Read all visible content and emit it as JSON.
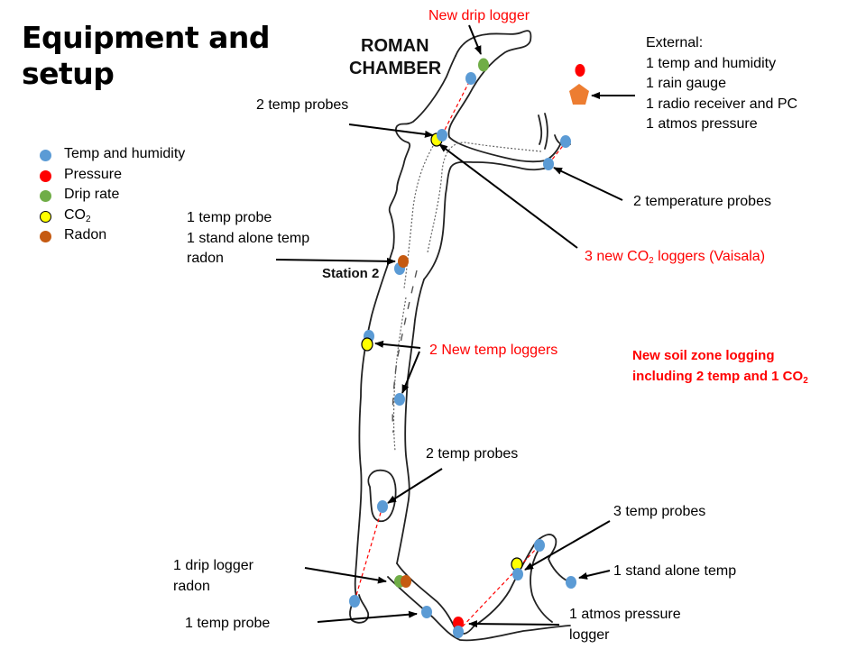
{
  "title": "Equipment and setup",
  "legend": [
    {
      "label": "Temp and humidity",
      "color": "#5b9bd5",
      "icon": "circle"
    },
    {
      "label": "Pressure",
      "color": "#ff0000",
      "icon": "circle"
    },
    {
      "label": "Drip rate",
      "color": "#70ad47",
      "icon": "circle"
    },
    {
      "label": "CO",
      "sub": "2",
      "color": "#ffff00",
      "icon": "circle"
    },
    {
      "label": "Radon",
      "color": "#c55a11",
      "icon": "circle"
    }
  ],
  "map_labels": {
    "roman_line1": "ROMAN",
    "roman_line2": "CHAMBER",
    "station": "Station 2"
  },
  "annotations": {
    "new_drip_logger": "New drip logger",
    "two_temp_probes_top": "2 temp probes",
    "external_title": "External:",
    "external_items": [
      "1 temp and humidity",
      "1 rain gauge",
      "1 radio receiver and PC",
      "1 atmos pressure"
    ],
    "two_temperature_probes": "2 temperature probes",
    "co2_loggers_pre": "3 new CO",
    "co2_loggers_sub": "2",
    "co2_loggers_post": " loggers (Vaisala)",
    "station2_lines": [
      "1 temp probe",
      "1 stand alone temp",
      "radon"
    ],
    "new_temp_loggers": "2 New temp loggers",
    "soil_line1": "New soil zone logging",
    "soil_line2_pre": "including 2 temp and  1 CO",
    "soil_line2_sub": "2",
    "two_temp_probes_mid": "2 temp probes",
    "three_temp_probes": "3 temp probes",
    "stand_alone_temp": "1 stand alone temp",
    "drip_radon_lines": [
      "1 drip logger",
      "radon"
    ],
    "one_temp_probe": "1 temp probe",
    "atmos_logger_lines": [
      "1 atmos pressure",
      "logger"
    ]
  },
  "colors": {
    "temp": "#5b9bd5",
    "pressure": "#ff0000",
    "drip": "#70ad47",
    "co2": "#ffff00",
    "radon": "#c55a11",
    "external_pentagon": "#ed7d31",
    "accent_text": "#ff0000"
  }
}
